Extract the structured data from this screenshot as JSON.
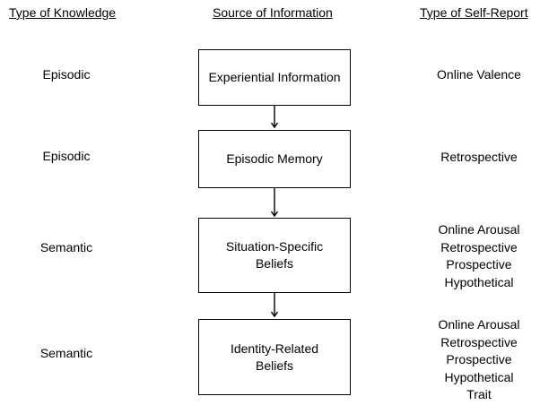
{
  "headers": {
    "knowledge": "Type of Knowledge",
    "source": "Source of Information",
    "self_report": "Type of Self-Report"
  },
  "rows": [
    {
      "knowledge": "Episodic",
      "source_lines": [
        "Experiential Information"
      ],
      "self_report": [
        "Online Valence"
      ]
    },
    {
      "knowledge": "Episodic",
      "source_lines": [
        "Episodic Memory"
      ],
      "self_report": [
        "Retrospective"
      ]
    },
    {
      "knowledge": "Semantic",
      "source_lines": [
        "Situation-Specific",
        "Beliefs"
      ],
      "self_report": [
        "Online Arousal",
        "Retrospective",
        "Prospective",
        "Hypothetical"
      ]
    },
    {
      "knowledge": "Semantic",
      "source_lines": [
        "Identity-Related",
        "Beliefs"
      ],
      "self_report": [
        "Online Arousal",
        "Retrospective",
        "Prospective",
        "Hypothetical",
        "Trait"
      ]
    }
  ]
}
